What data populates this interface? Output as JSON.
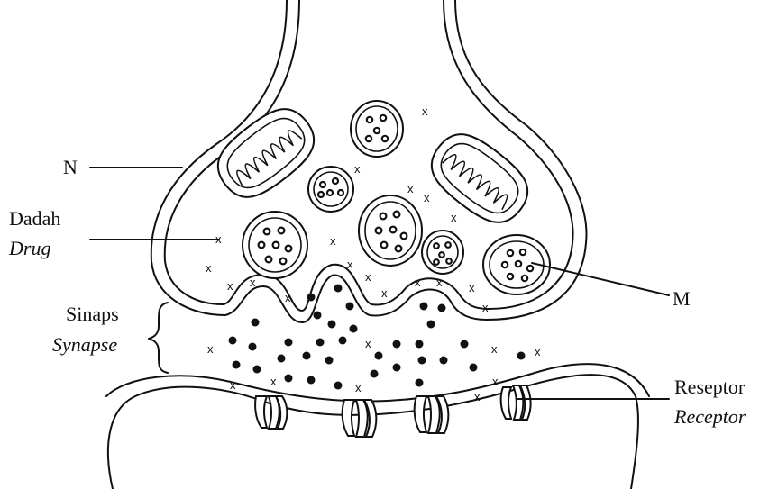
{
  "labels": {
    "n": "N",
    "dadah": "Dadah",
    "drug": "Drug",
    "sinaps": "Sinaps",
    "synapse": "Synapse",
    "m": "M",
    "reseptor": "Reseptor",
    "receptor": "Receptor"
  },
  "drug_mark": "x",
  "colors": {
    "ink": "#111111",
    "background": "#ffffff"
  }
}
